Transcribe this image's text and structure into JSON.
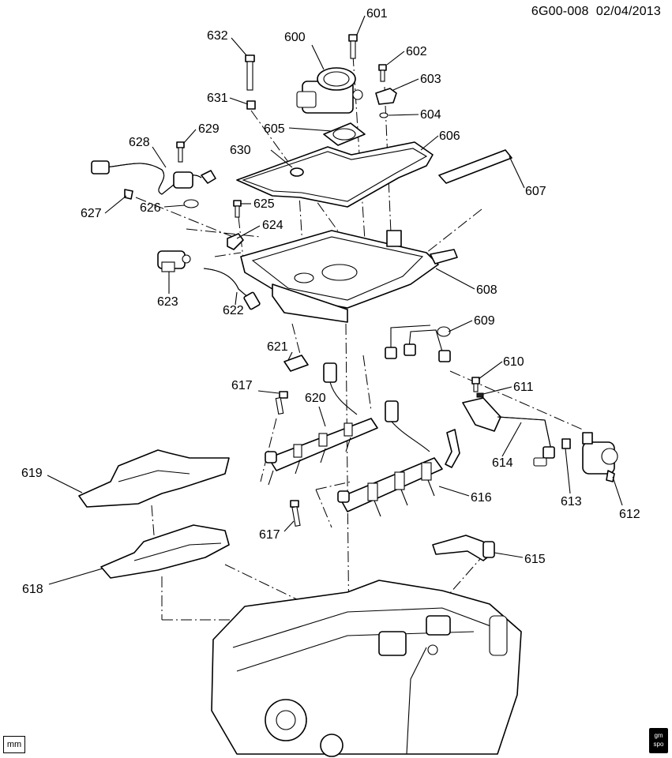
{
  "header": {
    "code": "6G00-008",
    "date": "02/04/2013"
  },
  "unit_label": "mm",
  "logo_text": "gm spo",
  "callouts": {
    "600": "600",
    "601": "601",
    "602": "602",
    "603": "603",
    "604": "604",
    "605": "605",
    "606": "606",
    "607": "607",
    "608": "608",
    "609": "609",
    "610": "610",
    "611": "611",
    "612": "612",
    "613": "613",
    "614": "614",
    "615": "615",
    "616": "616",
    "617a": "617",
    "617b": "617",
    "618": "618",
    "619": "619",
    "620": "620",
    "621": "621",
    "622": "622",
    "623": "623",
    "624": "624",
    "625": "625",
    "626": "626",
    "627": "627",
    "628": "628",
    "629": "629",
    "630": "630",
    "631": "631",
    "632": "632"
  }
}
